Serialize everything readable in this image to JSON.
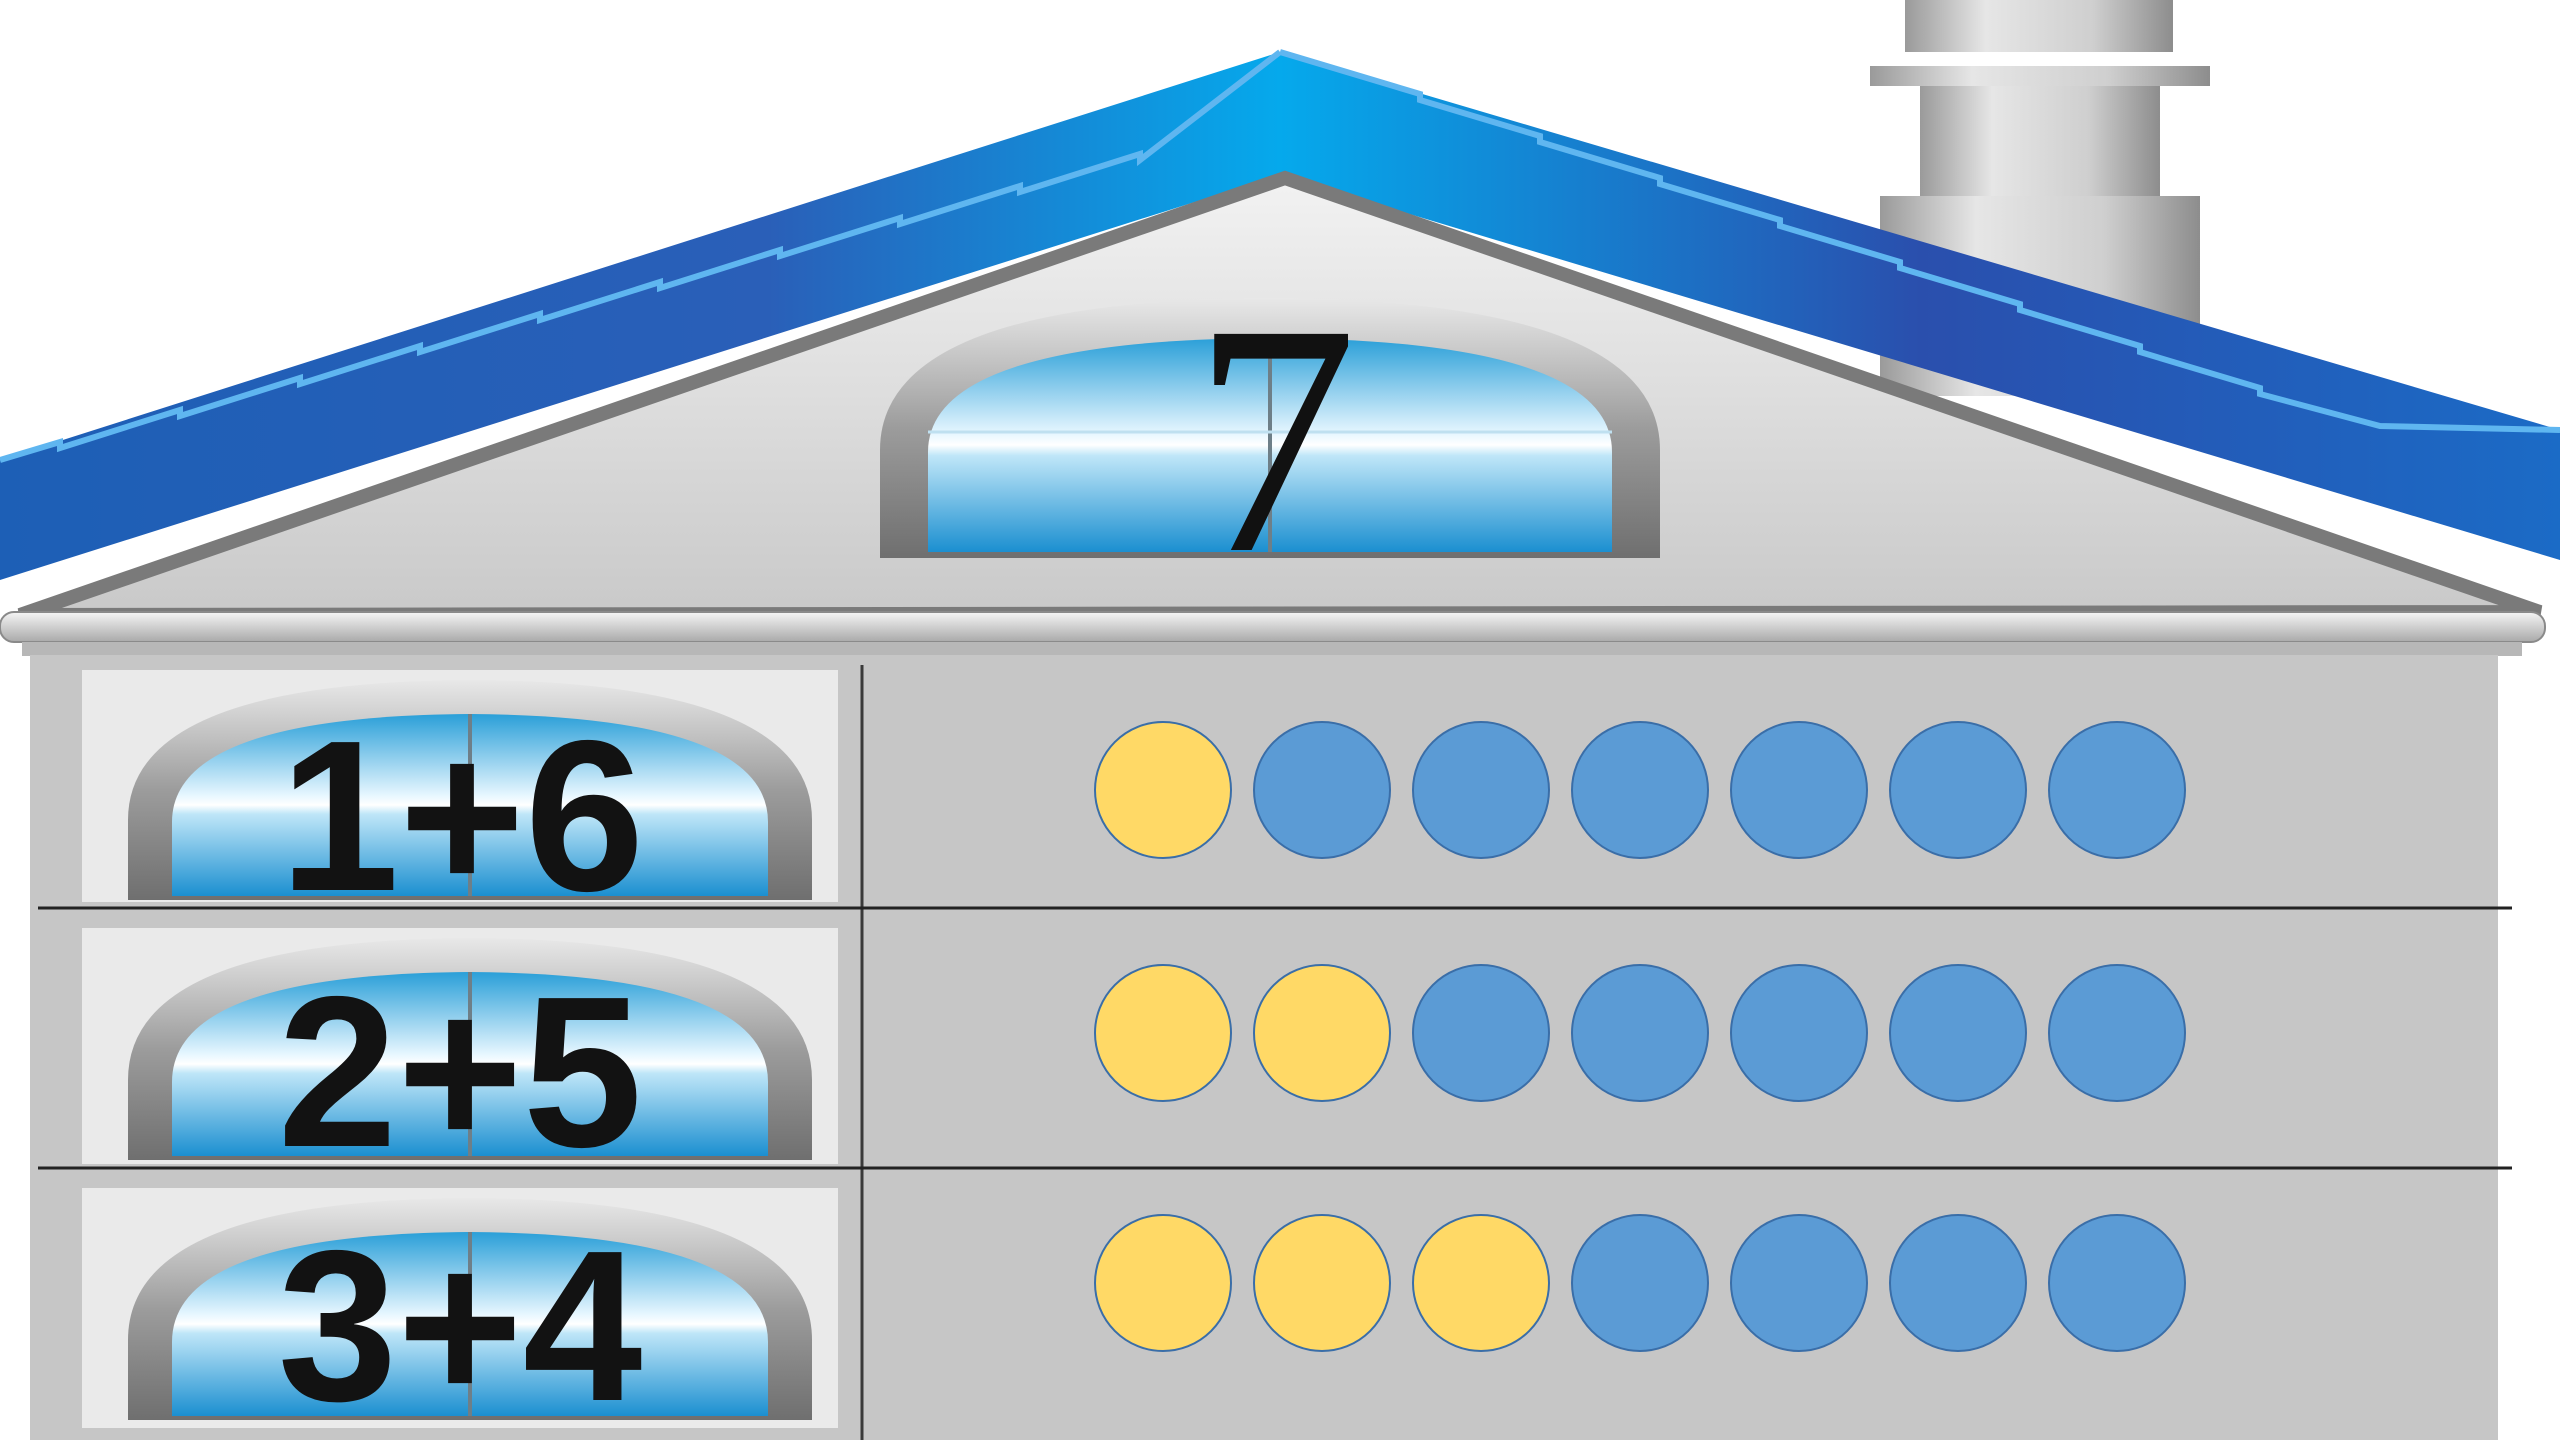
{
  "house": {
    "top_number": "7",
    "rows": [
      {
        "equation": "1+6",
        "yellow": 1,
        "blue": 6
      },
      {
        "equation": "2+5",
        "yellow": 2,
        "blue": 5
      },
      {
        "equation": "3+4",
        "yellow": 3,
        "blue": 4
      }
    ]
  },
  "colors": {
    "roof_blue": "#1f6fc4",
    "wall_gray": "#c6c6c6",
    "yellow_counter": "#ffd966",
    "blue_counter": "#5b9bd5",
    "counter_stroke": "#3a6ea8"
  }
}
